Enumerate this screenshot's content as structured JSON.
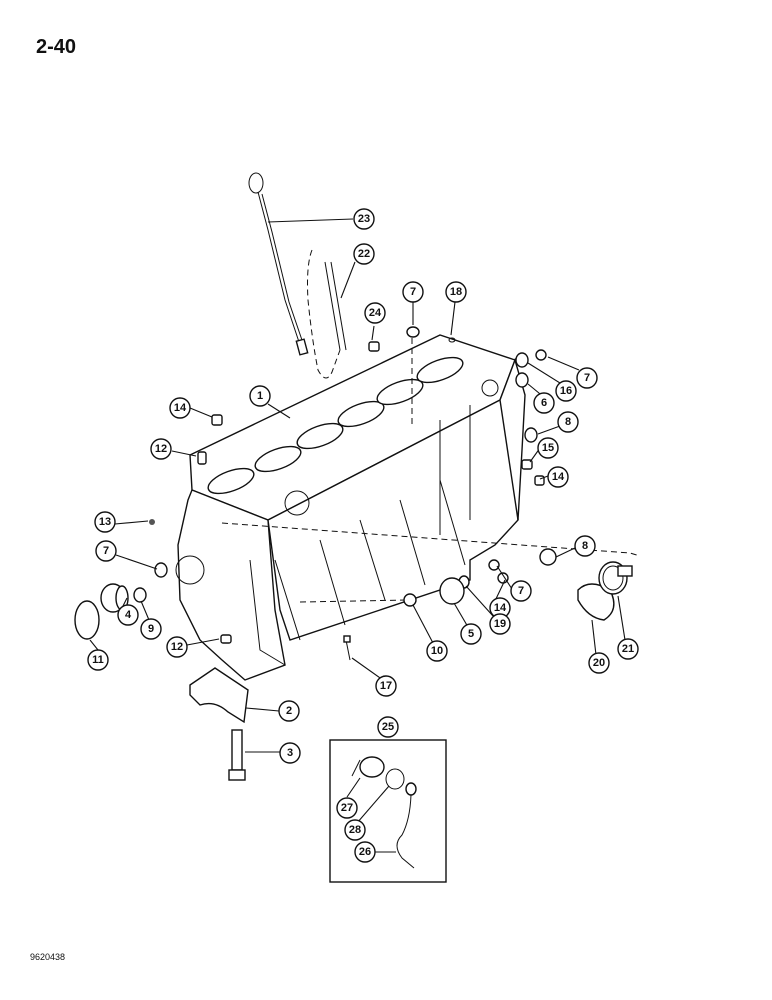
{
  "page": {
    "number": "2-40",
    "figure_code": "9620438"
  },
  "callouts": [
    {
      "id": "c1",
      "label": "1"
    },
    {
      "id": "c2",
      "label": "2"
    },
    {
      "id": "c3",
      "label": "3"
    },
    {
      "id": "c4",
      "label": "4"
    },
    {
      "id": "c5",
      "label": "5"
    },
    {
      "id": "c6",
      "label": "6"
    },
    {
      "id": "c7a",
      "label": "7"
    },
    {
      "id": "c7b",
      "label": "7"
    },
    {
      "id": "c7c",
      "label": "7"
    },
    {
      "id": "c7d",
      "label": "7"
    },
    {
      "id": "c8a",
      "label": "8"
    },
    {
      "id": "c8b",
      "label": "8"
    },
    {
      "id": "c9",
      "label": "9"
    },
    {
      "id": "c10",
      "label": "10"
    },
    {
      "id": "c11",
      "label": "11"
    },
    {
      "id": "c12a",
      "label": "12"
    },
    {
      "id": "c12b",
      "label": "12"
    },
    {
      "id": "c13",
      "label": "13"
    },
    {
      "id": "c14a",
      "label": "14"
    },
    {
      "id": "c14b",
      "label": "14"
    },
    {
      "id": "c14c",
      "label": "14"
    },
    {
      "id": "c15",
      "label": "15"
    },
    {
      "id": "c16",
      "label": "16"
    },
    {
      "id": "c17",
      "label": "17"
    },
    {
      "id": "c18",
      "label": "18"
    },
    {
      "id": "c19",
      "label": "19"
    },
    {
      "id": "c20",
      "label": "20"
    },
    {
      "id": "c21",
      "label": "21"
    },
    {
      "id": "c22",
      "label": "22"
    },
    {
      "id": "c23",
      "label": "23"
    },
    {
      "id": "c24",
      "label": "24"
    },
    {
      "id": "c25",
      "label": "25"
    },
    {
      "id": "c26",
      "label": "26"
    },
    {
      "id": "c27",
      "label": "27"
    },
    {
      "id": "c28",
      "label": "28"
    }
  ]
}
